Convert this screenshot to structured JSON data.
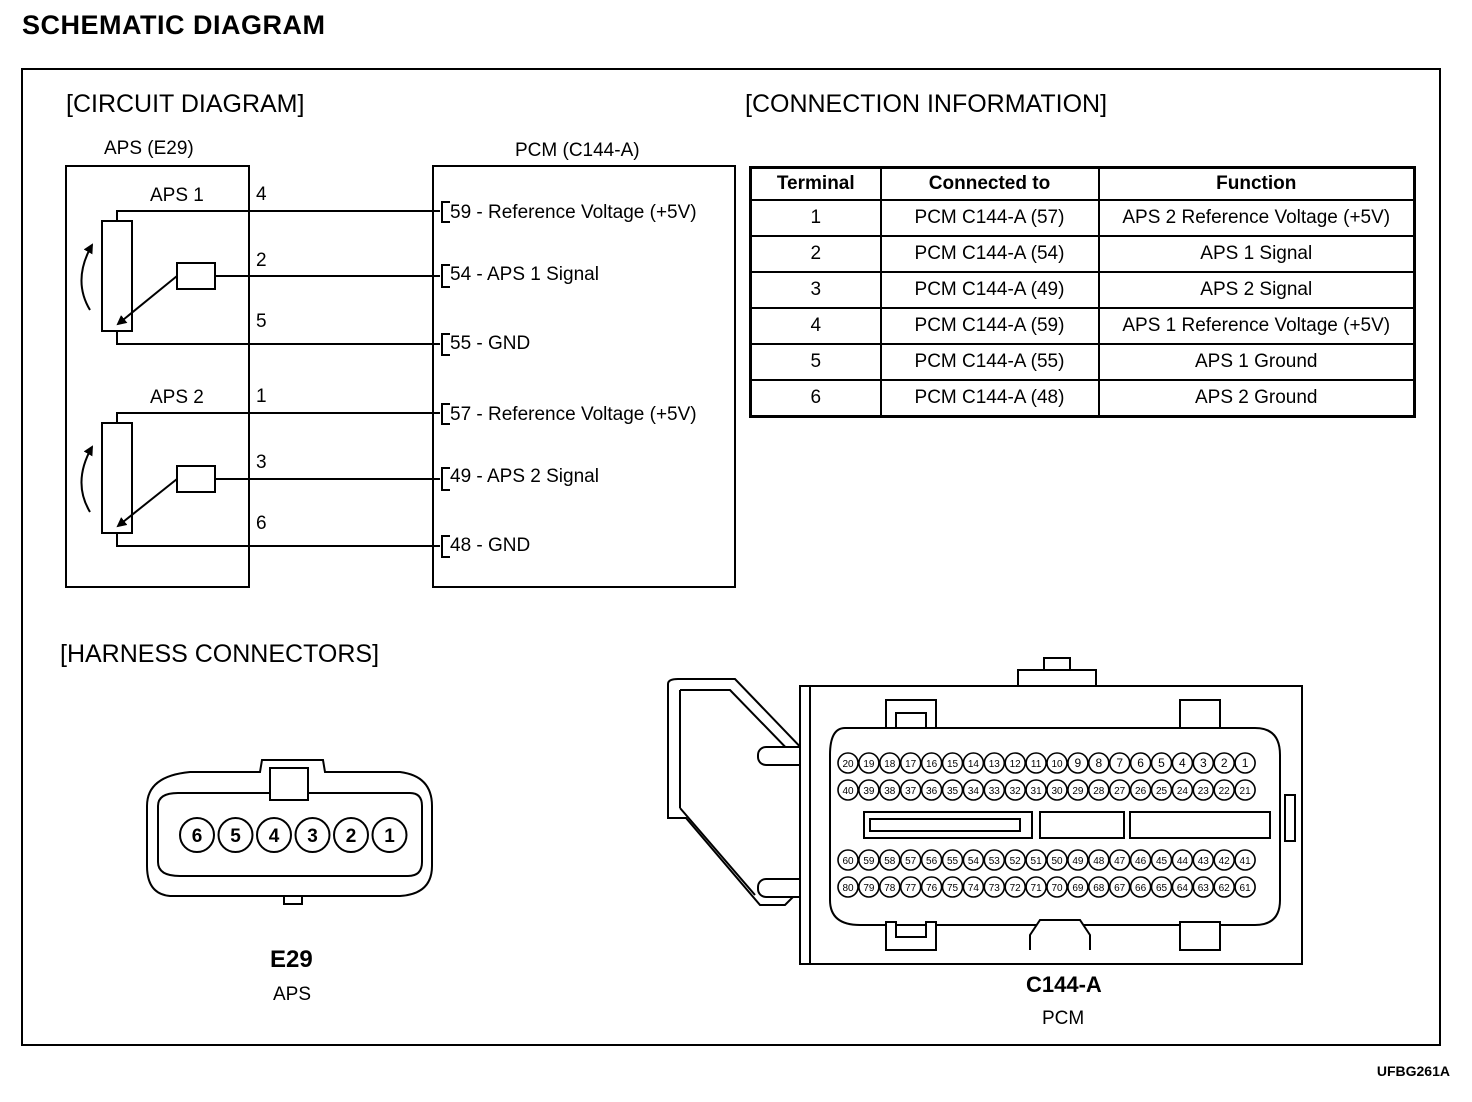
{
  "title": "SCHEMATIC DIAGRAM",
  "code": "UFBG261A",
  "circuit": {
    "heading": "[CIRCUIT DIAGRAM]",
    "sensor_label": "APS (E29)",
    "pcm_label": "PCM (C144-A)",
    "aps1_label": "APS 1",
    "aps2_label": "APS 2",
    "wires": [
      {
        "sensor_pin": "4",
        "pcm_label": "59 - Reference Voltage (+5V)"
      },
      {
        "sensor_pin": "2",
        "pcm_label": "54 - APS 1 Signal"
      },
      {
        "sensor_pin": "5",
        "pcm_label": "55 - GND"
      },
      {
        "sensor_pin": "1",
        "pcm_label": "57 - Reference Voltage (+5V)"
      },
      {
        "sensor_pin": "3",
        "pcm_label": "49 - APS 2 Signal"
      },
      {
        "sensor_pin": "6",
        "pcm_label": "48 - GND"
      }
    ]
  },
  "connection": {
    "heading": "[CONNECTION INFORMATION]",
    "headers": [
      "Terminal",
      "Connected to",
      "Function"
    ],
    "rows": [
      [
        "1",
        "PCM C144-A (57)",
        "APS 2 Reference Voltage (+5V)"
      ],
      [
        "2",
        "PCM C144-A (54)",
        "APS 1 Signal"
      ],
      [
        "3",
        "PCM C144-A (49)",
        "APS 2 Signal"
      ],
      [
        "4",
        "PCM C144-A (59)",
        "APS 1 Reference Voltage (+5V)"
      ],
      [
        "5",
        "PCM C144-A (55)",
        "APS 1 Ground"
      ],
      [
        "6",
        "PCM C144-A (48)",
        "APS 2 Ground"
      ]
    ]
  },
  "harness": {
    "heading": "[HARNESS CONNECTORS]",
    "e29": {
      "pins": [
        "6",
        "5",
        "4",
        "3",
        "2",
        "1"
      ],
      "name": "E29",
      "desc": "APS"
    },
    "c144": {
      "name": "C144-A",
      "desc": "PCM",
      "rows": [
        [
          "20",
          "19",
          "18",
          "17",
          "16",
          "15",
          "14",
          "13",
          "12",
          "11",
          "10",
          "9",
          "8",
          "7",
          "6",
          "5",
          "4",
          "3",
          "2",
          "1"
        ],
        [
          "40",
          "39",
          "38",
          "37",
          "36",
          "35",
          "34",
          "33",
          "32",
          "31",
          "30",
          "29",
          "28",
          "27",
          "26",
          "25",
          "24",
          "23",
          "22",
          "21"
        ],
        [
          "60",
          "59",
          "58",
          "57",
          "56",
          "55",
          "54",
          "53",
          "52",
          "51",
          "50",
          "49",
          "48",
          "47",
          "46",
          "45",
          "44",
          "43",
          "42",
          "41"
        ],
        [
          "80",
          "79",
          "78",
          "77",
          "76",
          "75",
          "74",
          "73",
          "72",
          "71",
          "70",
          "69",
          "68",
          "67",
          "66",
          "65",
          "64",
          "63",
          "62",
          "61"
        ]
      ]
    }
  }
}
